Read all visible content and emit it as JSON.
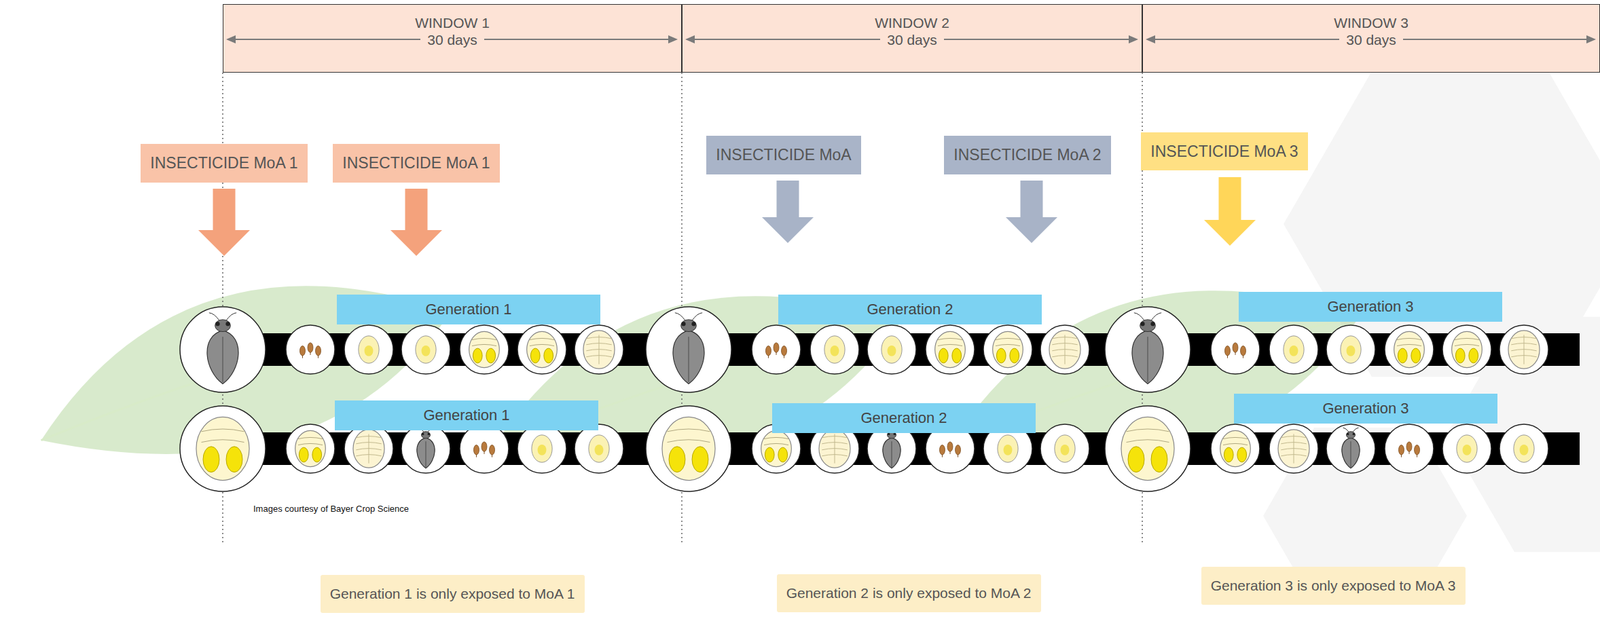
{
  "diagram": {
    "nodes": [
      {
        "text": [
          "WINDOW 1",
          "30 days"
        ]
      },
      {
        "text": [
          "WINDOW 2",
          "30 days"
        ]
      },
      {
        "text": [
          "WINDOW 3",
          "30 days"
        ]
      },
      {
        "text": [
          "INSECTICIDE MoA 1"
        ]
      },
      {
        "text": [
          "INSECTICIDE MoA 1"
        ]
      },
      {
        "text": [
          "INSECTICIDE MoA"
        ]
      },
      {
        "text": [
          "INSECTICIDE MoA 2"
        ]
      },
      {
        "text": [
          "INSECTICIDE MoA 3"
        ]
      },
      {
        "text": [
          "Generation 1"
        ]
      },
      {
        "text": [
          "Generation 2"
        ]
      },
      {
        "text": [
          "Generation 3"
        ]
      },
      {
        "text": [
          "Generation 1"
        ]
      },
      {
        "text": [
          "Generation 2"
        ]
      },
      {
        "text": [
          "Generation 3"
        ]
      },
      {
        "text": [
          "Generation 1 is only exposed to MoA 1"
        ]
      },
      {
        "text": [
          "Generation 2 is only exposed to MoA 2"
        ]
      },
      {
        "text": [
          "Generation 3 is only exposed to MoA 3"
        ]
      }
    ],
    "labels": [
      "Images courtesy of Bayer Crop Science"
    ]
  }
}
